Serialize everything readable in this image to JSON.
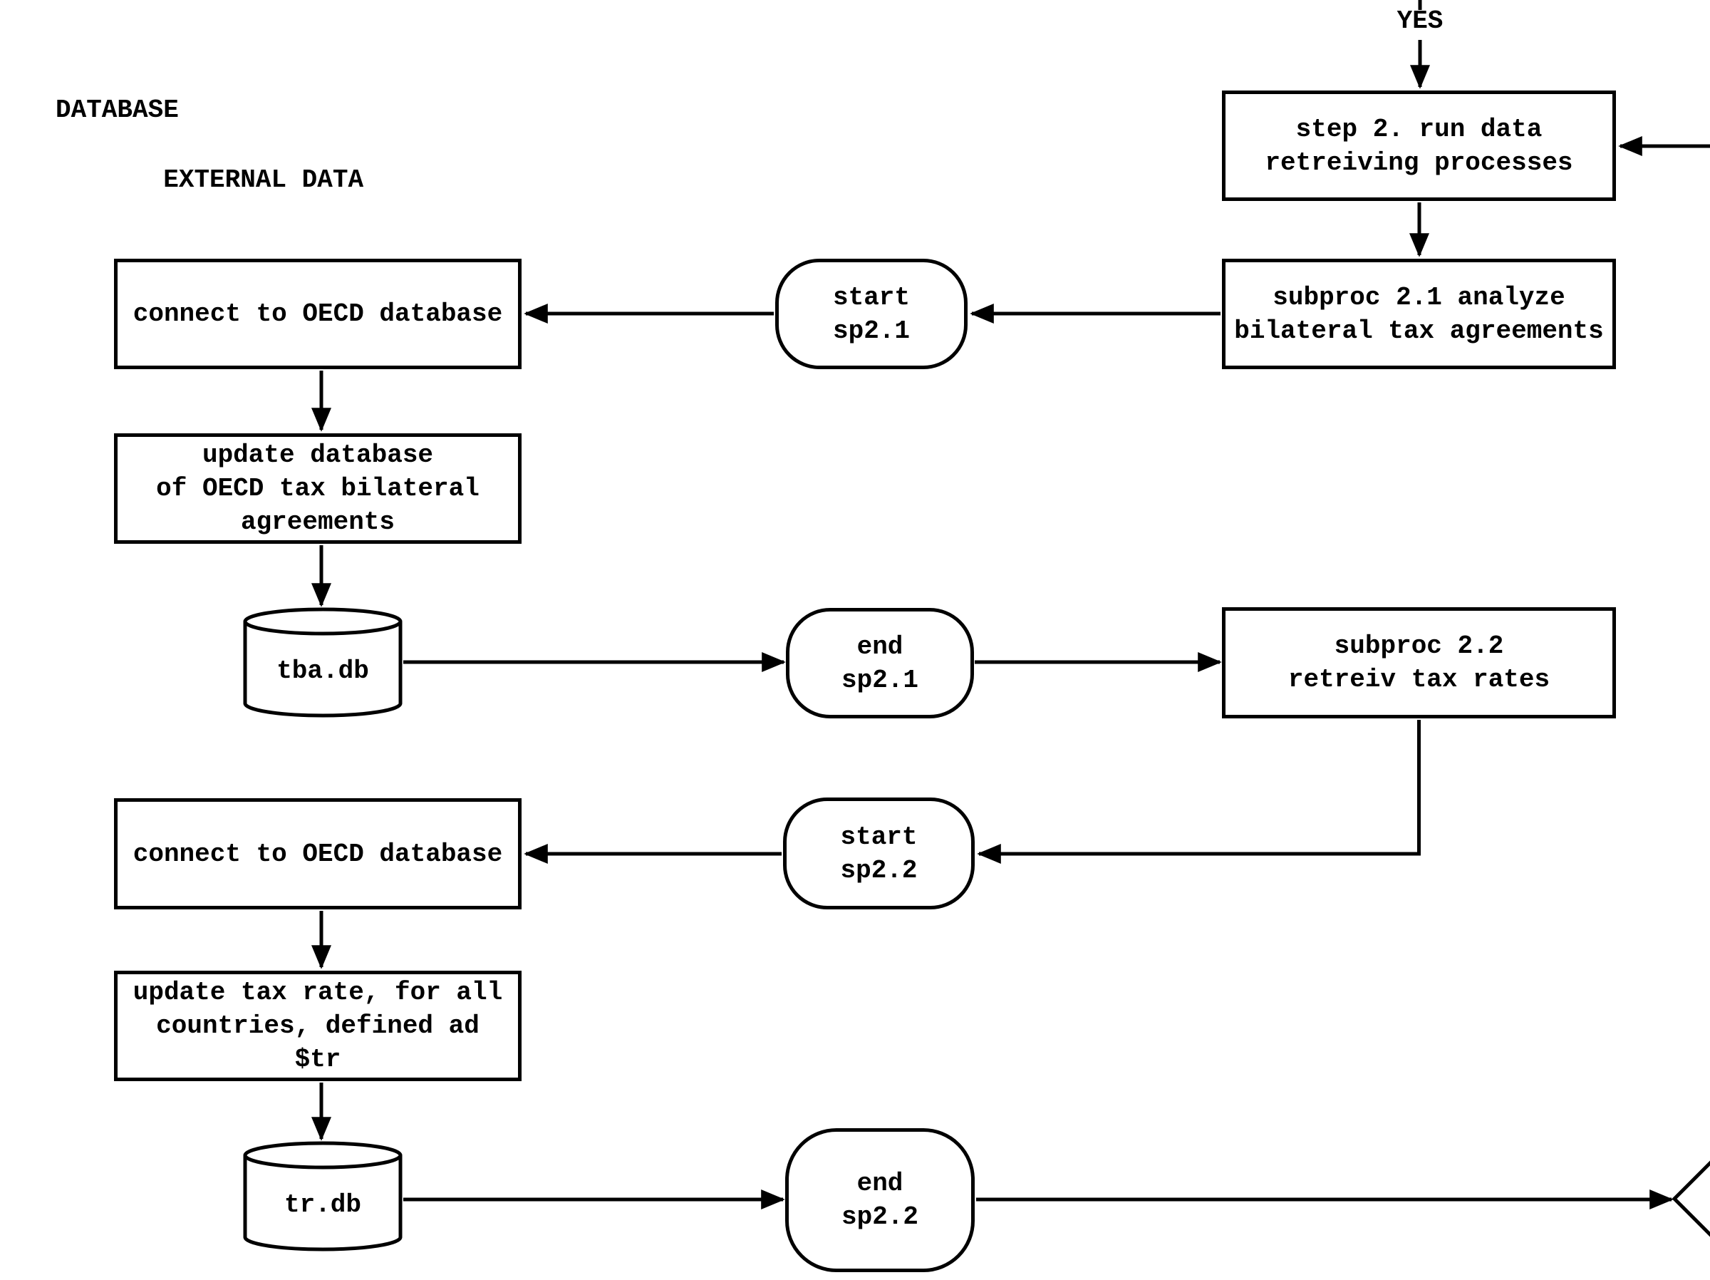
{
  "page": {
    "background": "#ffffff",
    "ink": "#000000"
  },
  "corner_label": {
    "line1": "DATABASE",
    "line2": "EXTERNAL DATA"
  },
  "branch_label": {
    "yes": "YES"
  },
  "nodes": {
    "step2": {
      "type": "process",
      "line1": "step 2. run data",
      "line2": "retreiving processes"
    },
    "subproc21": {
      "type": "process",
      "line1": "subproc 2.1 analyze",
      "line2": "bilateral tax agreements"
    },
    "start_sp21": {
      "type": "terminator",
      "line1": "start",
      "line2": "sp2.1"
    },
    "connect_oecd_1": {
      "type": "process",
      "line1": "connect to OECD database"
    },
    "update_db": {
      "type": "process",
      "line1": "update database",
      "line2": "of OECD tax bilateral",
      "line3": "agreements"
    },
    "tba_db": {
      "type": "database",
      "line1": "tba.db"
    },
    "end_sp21": {
      "type": "terminator",
      "line1": "end",
      "line2": "sp2.1"
    },
    "subproc22": {
      "type": "process",
      "line1": "subproc 2.2",
      "line2": "retreiv tax rates"
    },
    "start_sp22": {
      "type": "terminator",
      "line1": "start",
      "line2": "sp2.2"
    },
    "connect_oecd_2": {
      "type": "process",
      "line1": "connect to OECD database"
    },
    "update_tax_rate": {
      "type": "process",
      "line1": "update tax rate, for all",
      "line2": "countries, defined ad",
      "line3": "$tr"
    },
    "tr_db": {
      "type": "database",
      "line1": "tr.db"
    },
    "end_sp22": {
      "type": "terminator",
      "line1": "end",
      "line2": "sp2.2"
    }
  },
  "edges": [
    {
      "from": "yes-branch-offscreen-top",
      "to": "step2",
      "label": "YES"
    },
    {
      "from": "offscreen-right",
      "to": "step2"
    },
    {
      "from": "step2",
      "to": "subproc21"
    },
    {
      "from": "subproc21",
      "to": "start_sp21"
    },
    {
      "from": "start_sp21",
      "to": "connect_oecd_1"
    },
    {
      "from": "connect_oecd_1",
      "to": "update_db"
    },
    {
      "from": "update_db",
      "to": "tba_db"
    },
    {
      "from": "tba_db",
      "to": "end_sp21"
    },
    {
      "from": "end_sp21",
      "to": "subproc22"
    },
    {
      "from": "subproc22",
      "to": "start_sp22"
    },
    {
      "from": "start_sp22",
      "to": "connect_oecd_2"
    },
    {
      "from": "connect_oecd_2",
      "to": "update_tax_rate"
    },
    {
      "from": "update_tax_rate",
      "to": "tr_db"
    },
    {
      "from": "tr_db",
      "to": "end_sp22"
    },
    {
      "from": "end_sp22",
      "to": "offscreen-decision-diamond"
    }
  ]
}
